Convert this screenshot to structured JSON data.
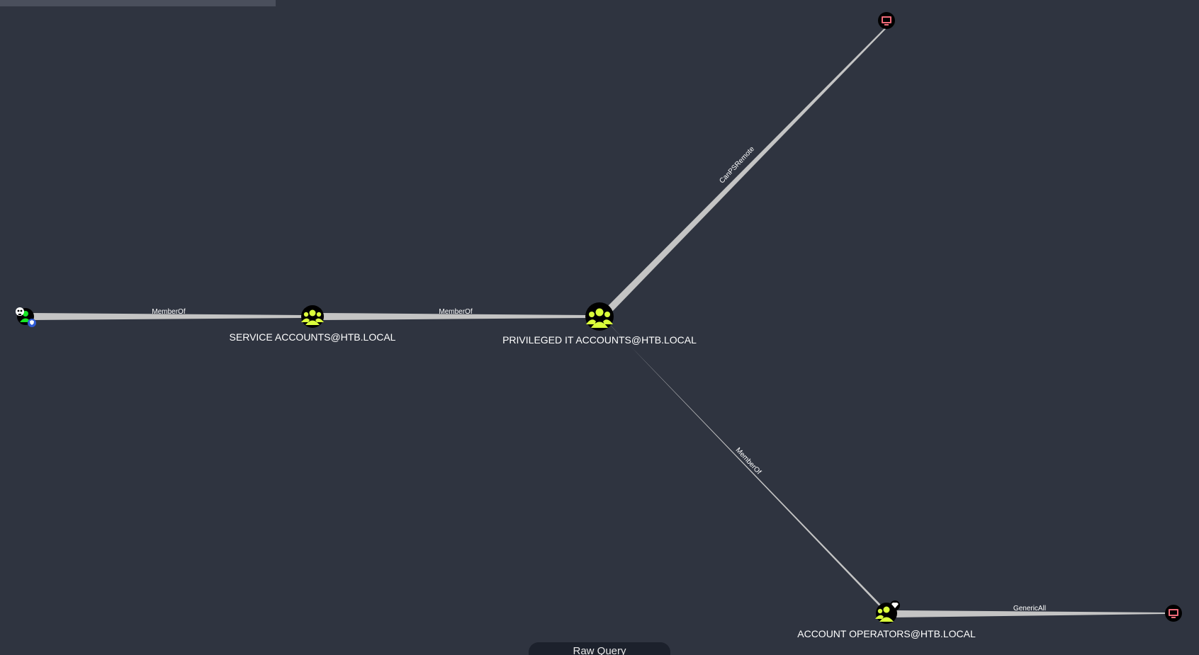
{
  "panel": {
    "search_placeholder": ""
  },
  "graph": {
    "nodes": [
      {
        "id": "user",
        "label": "",
        "type": "user",
        "owned": true,
        "high_value": false
      },
      {
        "id": "service_accounts",
        "label": "SERVICE ACCOUNTS@HTB.LOCAL",
        "type": "group"
      },
      {
        "id": "privileged_it",
        "label": "PRIVILEGED IT ACCOUNTS@HTB.LOCAL",
        "type": "group"
      },
      {
        "id": "computer_top",
        "label": "",
        "type": "computer"
      },
      {
        "id": "account_operators",
        "label": "ACCOUNT OPERATORS@HTB.LOCAL",
        "type": "group",
        "high_value": true
      },
      {
        "id": "computer_right",
        "label": "",
        "type": "computer"
      }
    ],
    "edges": [
      {
        "from": "user",
        "to": "service_accounts",
        "label": "MemberOf"
      },
      {
        "from": "service_accounts",
        "to": "privileged_it",
        "label": "MemberOf"
      },
      {
        "from": "privileged_it",
        "to": "computer_top",
        "label": "CanPSRemote"
      },
      {
        "from": "privileged_it",
        "to": "account_operators",
        "label": "MemberOf"
      },
      {
        "from": "account_operators",
        "to": "computer_right",
        "label": "GenericAll"
      }
    ]
  },
  "colors": {
    "background": "#2f3440",
    "edge": "#c4c4c4",
    "group_icon": "#dbff3b",
    "computer_icon": "#f26b7a",
    "user_icon": "#17e625",
    "node_fill": "#000000"
  },
  "footer": {
    "raw_query_label": "Raw Query"
  }
}
